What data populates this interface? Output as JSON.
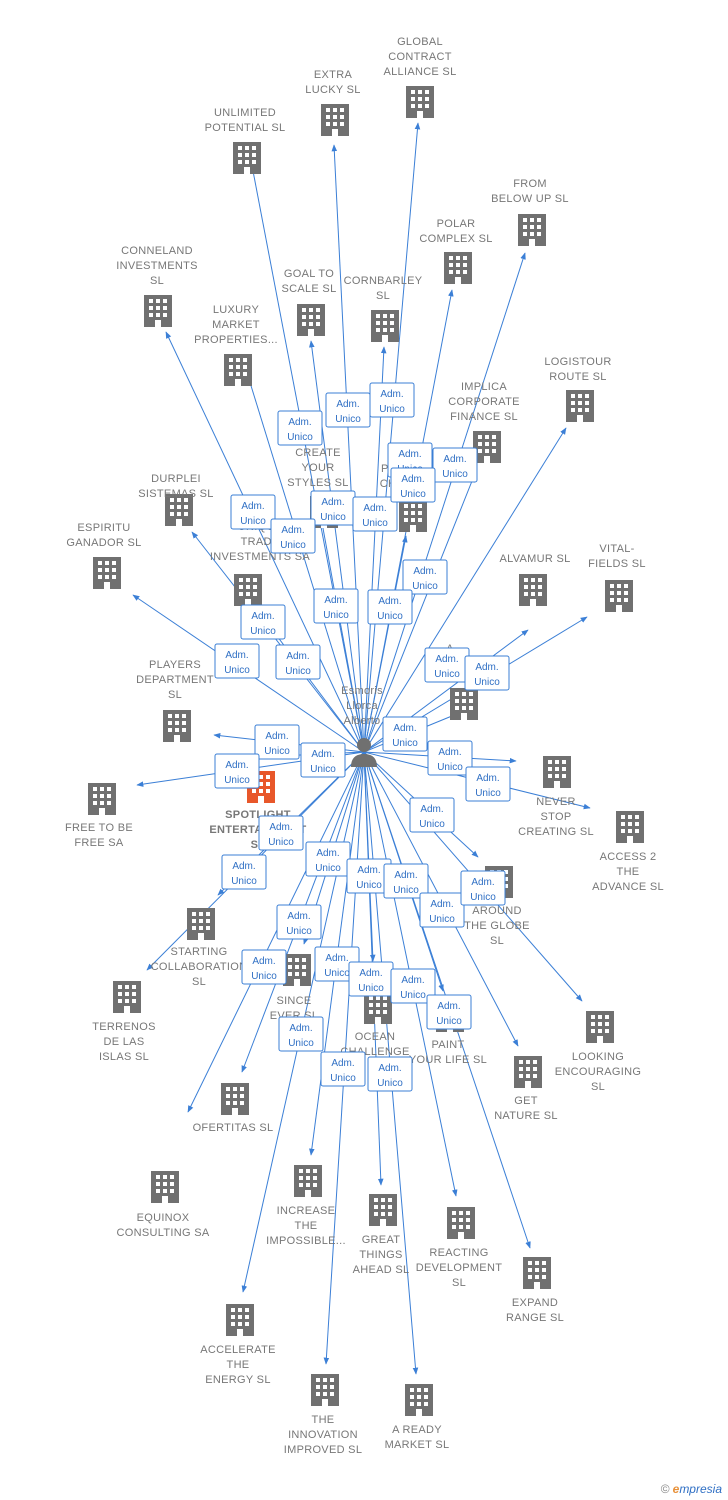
{
  "center": {
    "name_lines": [
      "Esmoris",
      "Llorca",
      "Alberto"
    ],
    "icon": "person-icon"
  },
  "badge_lines": [
    "Adm.",
    "Unico"
  ],
  "colors": {
    "edge": "#3b7fd6",
    "building": "#707070",
    "highlight": "#e8572a",
    "label": "#777777"
  },
  "credit": {
    "symbol": "©",
    "brand_e": "e",
    "brand_rest": "mpresia"
  },
  "companies": [
    {
      "name": [
        "GLOBAL",
        "CONTRACT",
        "ALLIANCE  SL"
      ]
    },
    {
      "name": [
        "EXTRA",
        "LUCKY  SL"
      ]
    },
    {
      "name": [
        "UNLIMITED",
        "POTENTIAL  SL"
      ]
    },
    {
      "name": [
        "FROM",
        "BELOW UP  SL"
      ]
    },
    {
      "name": [
        "POLAR",
        "COMPLEX  SL"
      ]
    },
    {
      "name": [
        "CONNELAND",
        "INVESTMENTS",
        "SL"
      ]
    },
    {
      "name": [
        "GOAL TO",
        "SCALE  SL"
      ]
    },
    {
      "name": [
        "CORNBARLEY",
        "SL"
      ]
    },
    {
      "name": [
        "LUXURY",
        "MARKET",
        "PROPERTIES..."
      ]
    },
    {
      "name": [
        "LOGISTOUR",
        "ROUTE  SL"
      ]
    },
    {
      "name": [
        "IMPLICA",
        "CORPORATE",
        "FINANCE  SL"
      ]
    },
    {
      "name": [
        "CREATE",
        "YOUR",
        "STYLES  SL"
      ]
    },
    {
      "name": [
        "PL",
        "CH"
      ]
    },
    {
      "name": [
        "DURPLEI",
        "SISTEMAS  SL"
      ]
    },
    {
      "name": [
        "UNIQUE",
        "TRADE",
        "INVESTMENTS SA"
      ]
    },
    {
      "name": [
        "ESPIRITU",
        "GANADOR SL"
      ]
    },
    {
      "name": [
        "ALVAMUR  SL"
      ]
    },
    {
      "name": [
        "VITAL-",
        "FIELDS  SL"
      ]
    },
    {
      "name": [
        "PLAYERS",
        "DEPARTMENT",
        "SL"
      ]
    },
    {
      "name": [
        "A"
      ]
    },
    {
      "name": [
        "SPOTLIGHT",
        "ENTERTAINMENT",
        "SL"
      ]
    },
    {
      "name": [
        "FREE TO BE",
        "FREE SA"
      ]
    },
    {
      "name": [
        "NEVER",
        "STOP",
        "CREATING  SL"
      ]
    },
    {
      "name": [
        "ACCESS 2",
        "THE",
        "ADVANCE  SL"
      ]
    },
    {
      "name": [
        "AROUND",
        "THE GLOBE",
        "SL"
      ]
    },
    {
      "name": [
        "STARTING",
        "COLLABORATION",
        "SL"
      ]
    },
    {
      "name": [
        "TERRENOS",
        "DE LAS",
        "ISLAS  SL"
      ]
    },
    {
      "name": [
        "SINCE",
        "EVER  SL"
      ]
    },
    {
      "name": [
        "OCEAN",
        "CHALLENGE"
      ]
    },
    {
      "name": [
        "PAINT",
        "YOUR LIFE  SL"
      ]
    },
    {
      "name": [
        "LOOKING",
        "ENCOURAGING",
        "SL"
      ]
    },
    {
      "name": [
        "GET",
        "NATURE  SL"
      ]
    },
    {
      "name": [
        "OFERTITAS  SL"
      ]
    },
    {
      "name": [
        "EQUINOX",
        "CONSULTING SA"
      ]
    },
    {
      "name": [
        "INCREASE",
        "THE",
        "IMPOSSIBLE..."
      ]
    },
    {
      "name": [
        "GREAT",
        "THINGS",
        "AHEAD  SL"
      ]
    },
    {
      "name": [
        "REACTING",
        "DEVELOPMENT",
        "SL"
      ]
    },
    {
      "name": [
        "EXPAND",
        "RANGE  SL"
      ]
    },
    {
      "name": [
        "ACCELERATE",
        "THE",
        "ENERGY  SL"
      ]
    },
    {
      "name": [
        "THE",
        "INNOVATION",
        "IMPROVED  SL"
      ]
    },
    {
      "name": [
        "A READY",
        "MARKET  SL"
      ]
    }
  ]
}
